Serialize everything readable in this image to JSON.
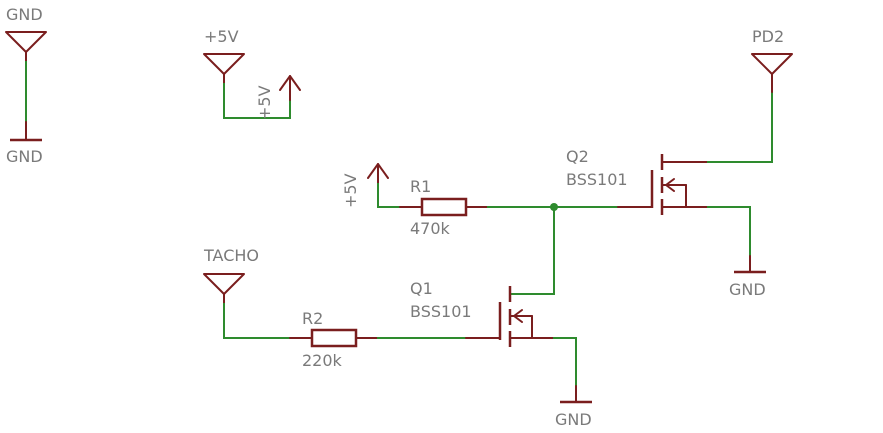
{
  "labels": {
    "gnd_top": "GND",
    "gnd_top_bottom": "GND",
    "vcc_label": "+5V",
    "vcc_rot": "+5V",
    "vcc_r1": "+5V",
    "pd2": "PD2",
    "tacho": "TACHO",
    "gnd_q2": "GND",
    "gnd_q1": "GND"
  },
  "components": {
    "r1": {
      "name": "R1",
      "value": "470k"
    },
    "r2": {
      "name": "R2",
      "value": "220k"
    },
    "q1": {
      "name": "Q1",
      "value": "BSS101"
    },
    "q2": {
      "name": "Q2",
      "value": "BSS101"
    }
  },
  "colors": {
    "wire": "#2e8b2e",
    "symbol": "#7a1e1e",
    "text": "#7a7a7a",
    "background": "#ffffff"
  }
}
